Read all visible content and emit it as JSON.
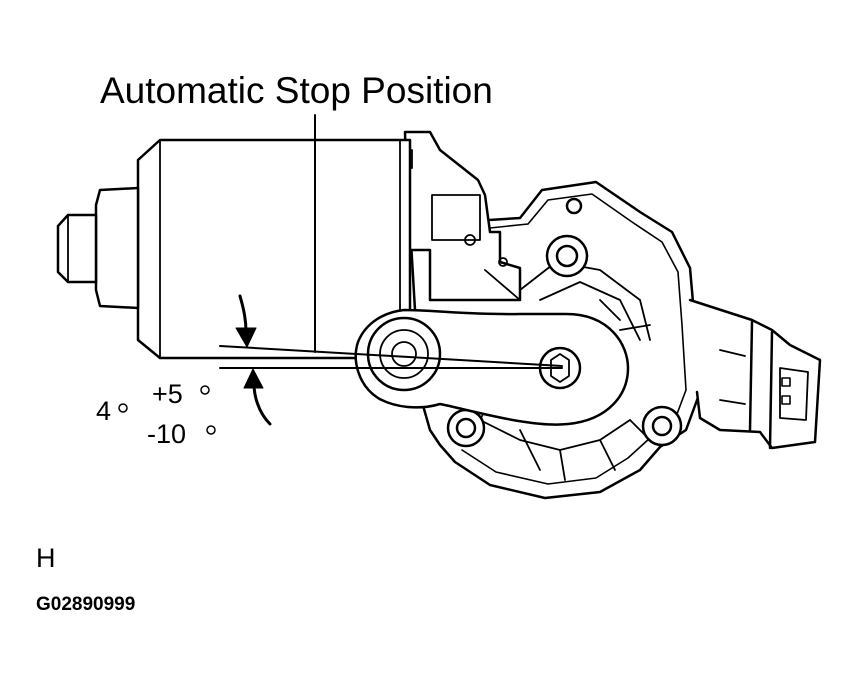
{
  "diagram": {
    "title": "Automatic Stop Position",
    "angle_base": "4",
    "angle_plus": "+5",
    "angle_minus": "-10",
    "view_letter": "H",
    "figure_code": "G02890999",
    "line_color": "#000000",
    "background_color": "#ffffff",
    "degree_symbol_icon": "degree-circle-icon"
  }
}
